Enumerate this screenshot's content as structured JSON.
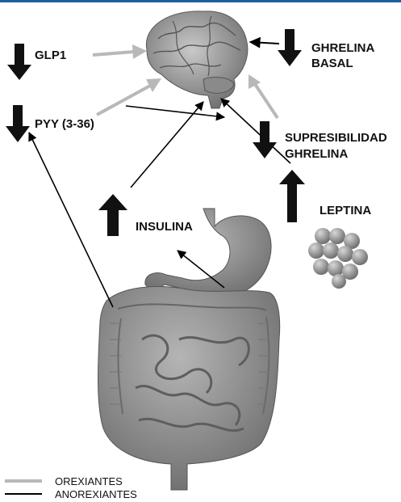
{
  "colors": {
    "orexigenic": "#b8b8b8",
    "anorexigenic": "#000000",
    "organ_fill": "#9a9a9a",
    "header_bar": "#1f5fa0"
  },
  "labels": {
    "glp1": "GLP1",
    "pyy": "PYY (3-36)",
    "ghrelin_basal_line1": "GHRELINA",
    "ghrelin_basal_line2": "BASAL",
    "suppression_line1": "SUPRESIBILIDAD",
    "suppression_line2": "GHRELINA",
    "leptin": "LEPTINA",
    "insulin": "INSULINA"
  },
  "indicators": {
    "glp1": "decrease",
    "pyy": "decrease",
    "ghrelin_basal": "decrease",
    "suppression": "decrease",
    "insulin": "increase",
    "leptin": "increase"
  },
  "legend": {
    "orexigenic": "OREXIANTES",
    "anorexigenic": "ANOREXIANTES"
  }
}
